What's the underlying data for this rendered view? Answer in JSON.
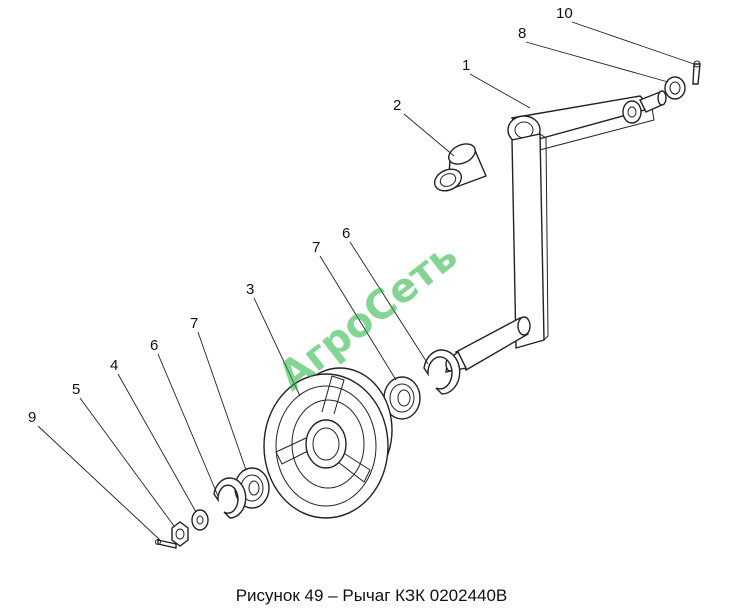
{
  "figure": {
    "caption": "Рисунок 49 – Рычаг КЗК 0202440В",
    "watermark": "АгроСеть"
  },
  "callouts": [
    {
      "id": "c10",
      "label": "10"
    },
    {
      "id": "c8",
      "label": "8"
    },
    {
      "id": "c1",
      "label": "1"
    },
    {
      "id": "c2",
      "label": "2"
    },
    {
      "id": "c6a",
      "label": "6"
    },
    {
      "id": "c7a",
      "label": "7"
    },
    {
      "id": "c3",
      "label": "3"
    },
    {
      "id": "c7b",
      "label": "7"
    },
    {
      "id": "c6b",
      "label": "6"
    },
    {
      "id": "c4",
      "label": "4"
    },
    {
      "id": "c5",
      "label": "5"
    },
    {
      "id": "c9",
      "label": "9"
    }
  ]
}
